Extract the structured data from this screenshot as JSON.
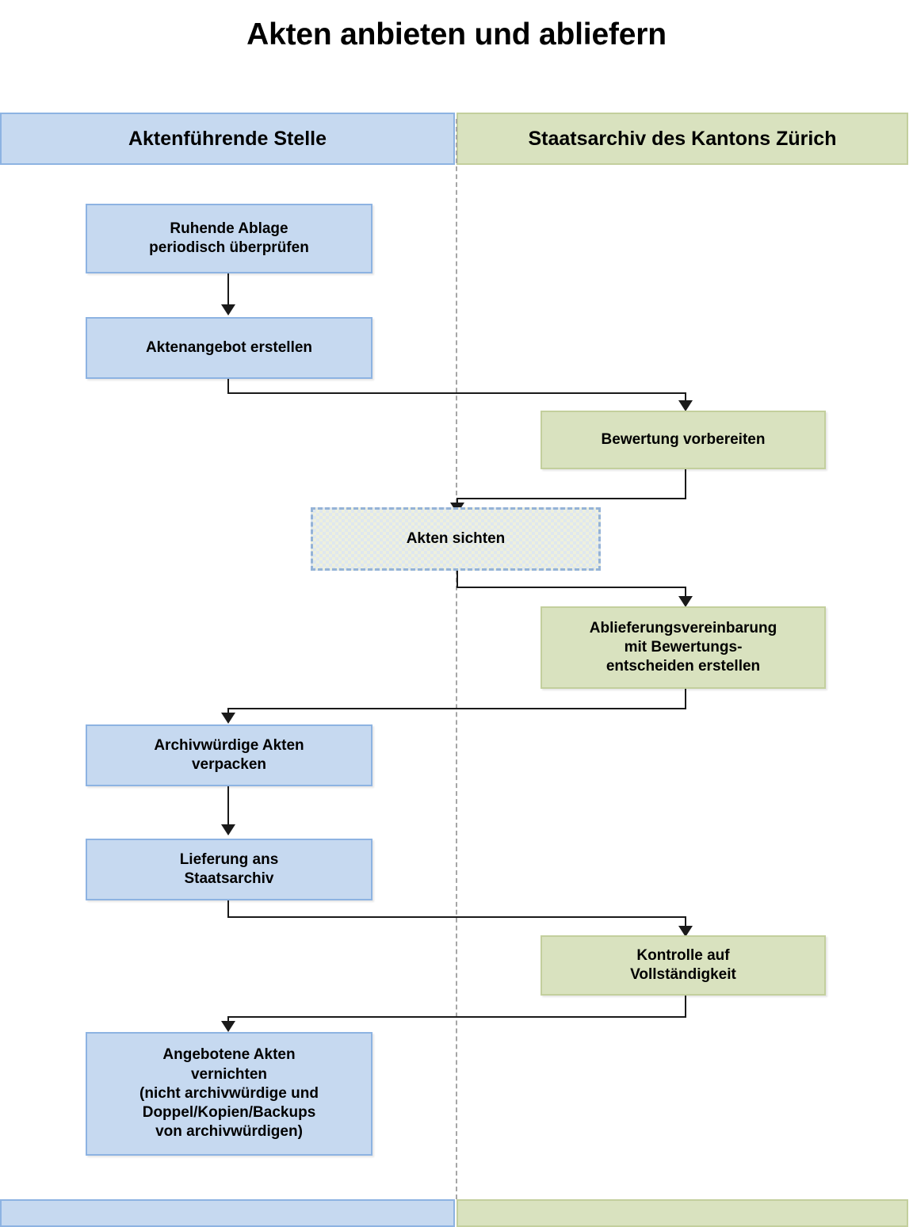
{
  "diagram": {
    "title": "Akten anbieten und abliefern",
    "lanes": [
      {
        "id": "lane-aktenfuehrende-stelle",
        "label": "Aktenführende Stelle",
        "color": "#c6d9f0",
        "border": "#8db3e2"
      },
      {
        "id": "lane-staatsarchiv",
        "label": "Staatsarchiv des Kantons Zürich",
        "color": "#d9e2bf",
        "border": "#c3cf9d"
      }
    ],
    "nodes": [
      {
        "id": "ruhende-ablage",
        "label": "Ruhende Ablage\nperiodisch überprüfen",
        "lane": "lane-aktenfuehrende-stelle",
        "style": "blue"
      },
      {
        "id": "aktenangebot-erstellen",
        "label": "Aktenangebot erstellen",
        "lane": "lane-aktenfuehrende-stelle",
        "style": "blue"
      },
      {
        "id": "bewertung-vorbereiten",
        "label": "Bewertung vorbereiten",
        "lane": "lane-staatsarchiv",
        "style": "green"
      },
      {
        "id": "akten-sichten",
        "label": "Akten sichten",
        "lane": "both",
        "style": "hatched"
      },
      {
        "id": "ablieferungsvereinbarung",
        "label": "Ablieferungsvereinbarung\nmit Bewertungs-\nentscheiden erstellen",
        "lane": "lane-staatsarchiv",
        "style": "green"
      },
      {
        "id": "archivwuerdige-akten-verpacken",
        "label": "Archivwürdige Akten\nverpacken",
        "lane": "lane-aktenfuehrende-stelle",
        "style": "blue"
      },
      {
        "id": "lieferung-ans-staatsarchiv",
        "label": "Lieferung ans\nStaatsarchiv",
        "lane": "lane-aktenfuehrende-stelle",
        "style": "blue"
      },
      {
        "id": "kontrolle-vollstaendigkeit",
        "label": "Kontrolle auf\nVollständigkeit",
        "lane": "lane-staatsarchiv",
        "style": "green"
      },
      {
        "id": "angebotene-akten-vernichten",
        "label": "Angebotene Akten\nvernichten\n(nicht archivwürdige und\nDoppel/Kopien/Backups\nvon archivwürdigen)",
        "lane": "lane-aktenfuehrende-stelle",
        "style": "blue"
      }
    ],
    "edges": [
      {
        "from": "ruhende-ablage",
        "to": "aktenangebot-erstellen"
      },
      {
        "from": "aktenangebot-erstellen",
        "to": "bewertung-vorbereiten"
      },
      {
        "from": "bewertung-vorbereiten",
        "to": "akten-sichten"
      },
      {
        "from": "akten-sichten",
        "to": "ablieferungsvereinbarung"
      },
      {
        "from": "ablieferungsvereinbarung",
        "to": "archivwuerdige-akten-verpacken"
      },
      {
        "from": "archivwuerdige-akten-verpacken",
        "to": "lieferung-ans-staatsarchiv"
      },
      {
        "from": "lieferung-ans-staatsarchiv",
        "to": "kontrolle-vollstaendigkeit"
      },
      {
        "from": "kontrolle-vollstaendigkeit",
        "to": "angebotene-akten-vernichten"
      }
    ],
    "colors": {
      "blue_fill": "#c6d9f0",
      "blue_border": "#8db3e2",
      "green_fill": "#d9e2bf",
      "green_border": "#c3cf9d",
      "connector": "#1a1a1a",
      "divider": "#a6a6a6",
      "background": "#ffffff"
    }
  }
}
